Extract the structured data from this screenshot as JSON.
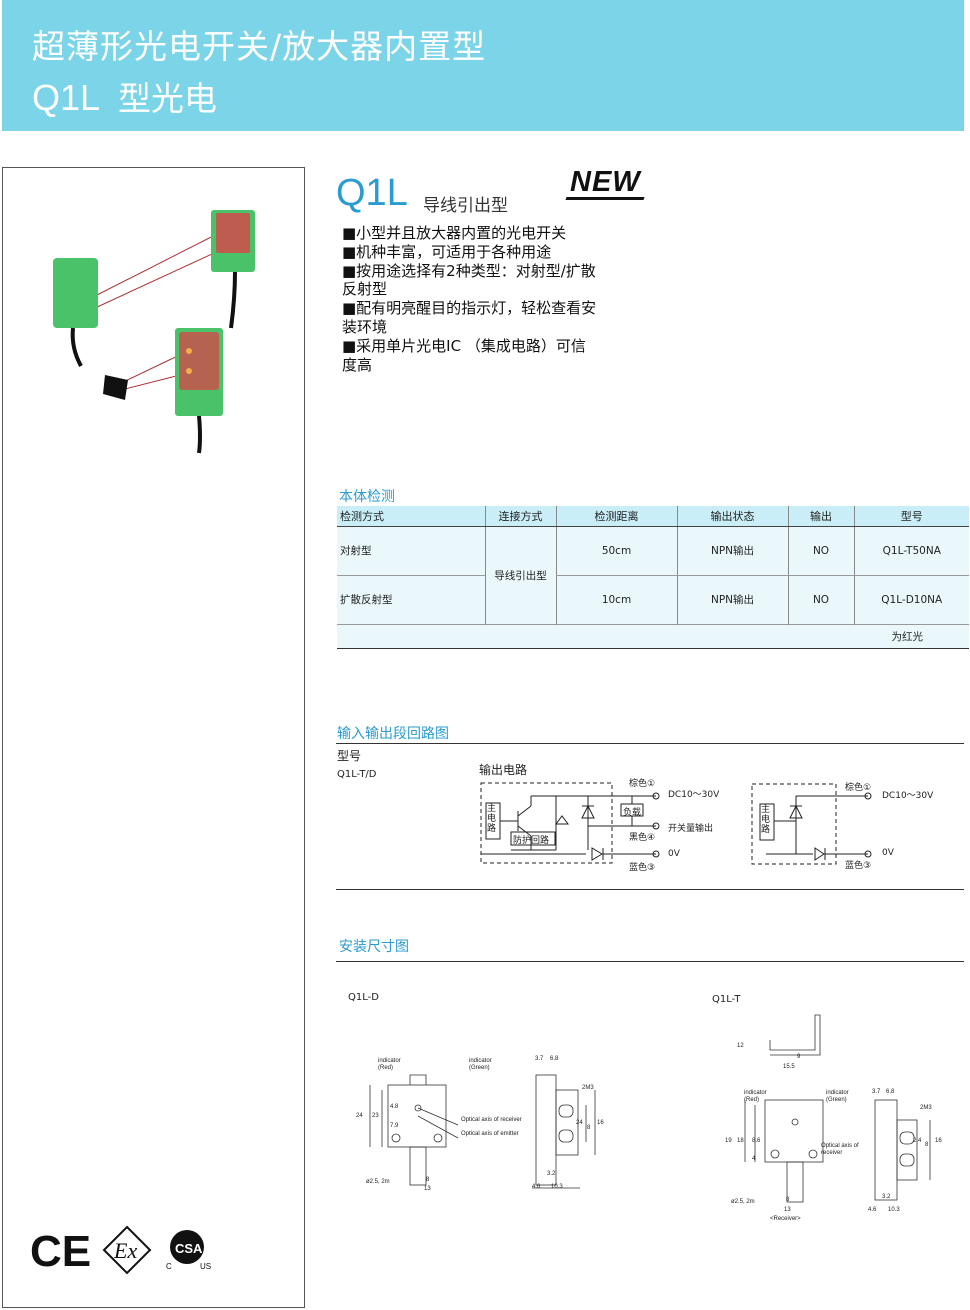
{
  "header": {
    "title": "超薄形光电开关/放大器内置型",
    "model": "Q1L",
    "subtitle": "型光电"
  },
  "product": {
    "name": "Q1L",
    "wire_type": "导线引出型",
    "badge": "NEW",
    "features": [
      "■小型并且放大器内置的光电开关",
      "■机种丰富，可适用于各种用途",
      "■按用途选择有2种类型：对射型/扩散反射型",
      "■配有明亮醒目的指示灯，轻松查看安装环境",
      "■采用单片光电IC （集成电路）可信度高"
    ]
  },
  "detection": {
    "title": "本体检测",
    "columns": [
      "检测方式",
      "连接方式",
      "检测距离",
      "输出状态",
      "输出",
      "型号"
    ],
    "rows": [
      {
        "method": "对射型",
        "connection": "导线引出型",
        "distance": "50cm",
        "state": "NPN输出",
        "output": "NO",
        "model": "Q1L-T50NA"
      },
      {
        "method": "扩散反射型",
        "distance": "10cm",
        "state": "NPN输出",
        "output": "NO",
        "model": "Q1L-D10NA"
      }
    ],
    "note": "为红光"
  },
  "circuit": {
    "title": "输入输出段回路图",
    "model_label": "型号",
    "model_value": "Q1L-T/D",
    "output_label": "输出电路",
    "main_circuit": "主电路",
    "protect": "防护回路",
    "load": "负载",
    "brown": "棕色①",
    "black": "黑色④",
    "blue": "蓝色③",
    "dc": "DC10～30V",
    "switch_out": "开关量输出",
    "zero_v": "0V"
  },
  "dimensions": {
    "title": "安装尺寸图",
    "left_model": "Q1L-D",
    "right_model": "Q1L-T",
    "indicator_red": "indicator (Red)",
    "indicator_green": "indicator (Green)",
    "axis_receiver": "Optical axis of receiver",
    "axis_emitter": "Optical axis of emitter",
    "cable": "ø2.5, 2m",
    "screw": "2M3",
    "receiver": "<Receiver>",
    "optical_axis_receiver": "Optical axis of receiver",
    "dims_left": [
      "24",
      "23",
      "4.8",
      "7.9",
      "8",
      "13",
      "3.7",
      "6.8",
      "24",
      "8",
      "16",
      "3.2",
      "4.6",
      "10.3"
    ],
    "dims_right_top": [
      "12",
      "9",
      "15.5"
    ],
    "dims_right": [
      "19",
      "18",
      "8.6",
      "4",
      "8",
      "13",
      "3.7",
      "6.8",
      "2.4",
      "8",
      "16",
      "3.2",
      "4.6",
      "10.3"
    ]
  },
  "certifications": [
    "CE",
    "Ex",
    "CSA"
  ],
  "cert_marks": {
    "c": "C",
    "us": "US"
  },
  "colors": {
    "banner": "#7bd4e7",
    "accent": "#2a9bd0",
    "table_head": "#c9eef7",
    "table_body": "#eaf8fc",
    "sensor_green": "#49c26a"
  }
}
